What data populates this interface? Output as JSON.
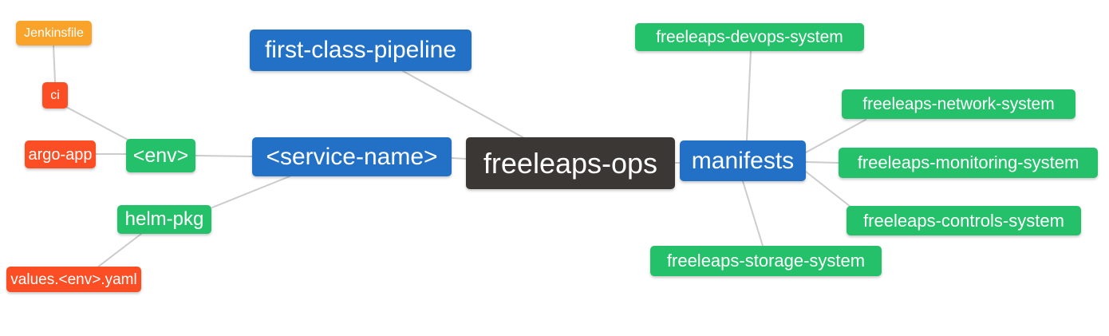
{
  "diagram": {
    "type": "mindmap",
    "title": "freeleaps-ops repository structure",
    "background": "#ffffff"
  },
  "palette": {
    "root_dark": "#3b3734",
    "level1_blue": "#2271c6",
    "level2_green": "#24c06a",
    "level3_red": "#fb4e24",
    "level4_amber": "#f9a32b",
    "edge_gray": "#cccccc",
    "node_text": "#ffffff"
  },
  "nodes": [
    {
      "id": "jenkinsfile",
      "label": "Jenkinsfile",
      "level": 4,
      "color": "#f9a32b"
    },
    {
      "id": "ci",
      "label": "ci",
      "level": 3,
      "color": "#fb4e24"
    },
    {
      "id": "argo-app",
      "label": "argo-app",
      "level": 3,
      "color": "#fb4e24"
    },
    {
      "id": "env",
      "label": "<env>",
      "level": 2,
      "color": "#24c06a"
    },
    {
      "id": "service-name",
      "label": "<service-name>",
      "level": 1,
      "color": "#2271c6"
    },
    {
      "id": "first-class-pipeline",
      "label": "first-class-pipeline",
      "level": 1,
      "color": "#2271c6"
    },
    {
      "id": "freeleaps-ops",
      "label": "freeleaps-ops",
      "level": 0,
      "color": "#3b3734"
    },
    {
      "id": "manifests",
      "label": "manifests",
      "level": 1,
      "color": "#2271c6"
    },
    {
      "id": "freeleaps-devops-system",
      "label": "freeleaps-devops-system",
      "level": 2,
      "color": "#24c06a"
    },
    {
      "id": "freeleaps-network-system",
      "label": "freeleaps-network-system",
      "level": 2,
      "color": "#24c06a"
    },
    {
      "id": "freeleaps-monitoring-system",
      "label": "freeleaps-monitoring-system",
      "level": 2,
      "color": "#24c06a"
    },
    {
      "id": "freeleaps-controls-system",
      "label": "freeleaps-controls-system",
      "level": 2,
      "color": "#24c06a"
    },
    {
      "id": "freeleaps-storage-system",
      "label": "freeleaps-storage-system",
      "level": 2,
      "color": "#24c06a"
    },
    {
      "id": "helm-pkg",
      "label": "helm-pkg",
      "level": 2,
      "color": "#24c06a"
    },
    {
      "id": "values-env-yaml",
      "label": "values.<env>.yaml",
      "level": 3,
      "color": "#fb4e24"
    }
  ],
  "edges": [
    {
      "from": "Jenkinsfile",
      "to": "ci"
    },
    {
      "from": "ci",
      "to": "<env>"
    },
    {
      "from": "argo-app",
      "to": "<env>"
    },
    {
      "from": "<env>",
      "to": "<service-name>"
    },
    {
      "from": "<service-name>",
      "to": "freeleaps-ops"
    },
    {
      "from": "first-class-pipeline",
      "to": "freeleaps-ops"
    },
    {
      "from": "<service-name>",
      "to": "helm-pkg"
    },
    {
      "from": "helm-pkg",
      "to": "values.<env>.yaml"
    },
    {
      "from": "freeleaps-ops",
      "to": "manifests"
    },
    {
      "from": "manifests",
      "to": "freeleaps-devops-system"
    },
    {
      "from": "manifests",
      "to": "freeleaps-network-system"
    },
    {
      "from": "manifests",
      "to": "freeleaps-monitoring-system"
    },
    {
      "from": "manifests",
      "to": "freeleaps-controls-system"
    },
    {
      "from": "manifests",
      "to": "freeleaps-storage-system"
    }
  ]
}
